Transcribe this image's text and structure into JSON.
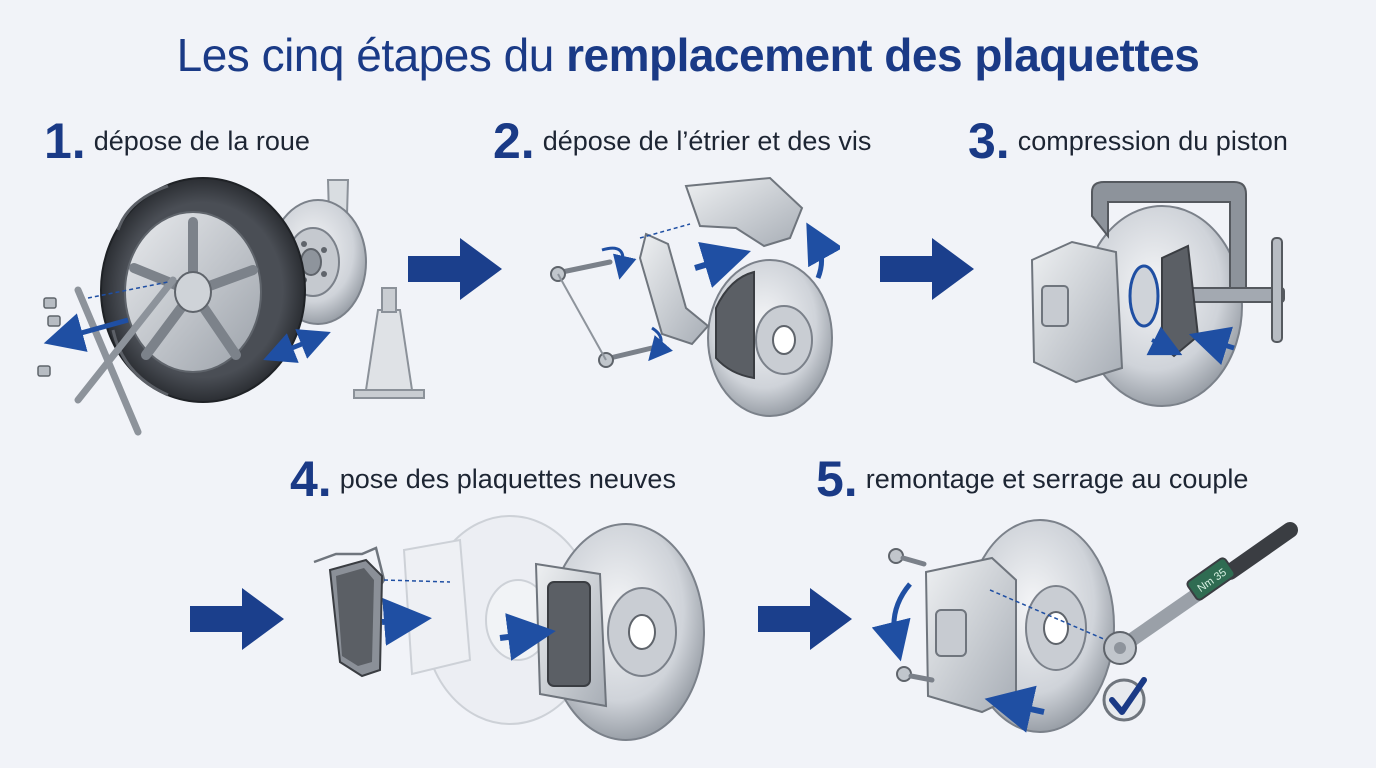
{
  "title": {
    "lead": "Les cinq étapes du ",
    "emphasis": "remplacement des plaquettes"
  },
  "colors": {
    "title": "#1a3a86",
    "accent_blue": "#1f4fa3",
    "flow_arrow": "#1b3f8c",
    "metal_light": "#e3e6ea",
    "metal_mid": "#b9bec6",
    "metal_dark": "#70767f",
    "tire": "#3a3d42",
    "pad_friction": "#5b5f65",
    "background": "#f1f3f8"
  },
  "steps": [
    {
      "number": "1.",
      "label": "dépose de la roue",
      "icon": "wheel-removal-icon"
    },
    {
      "number": "2.",
      "label": "dépose de l’étrier et des vis",
      "icon": "caliper-removal-icon"
    },
    {
      "number": "3.",
      "label": "compression du piston",
      "icon": "piston-compression-icon"
    },
    {
      "number": "4.",
      "label": "pose des plaquettes neuves",
      "icon": "new-pads-icon"
    },
    {
      "number": "5.",
      "label": "remontage et serrage au couple",
      "icon": "torque-tightening-icon"
    }
  ],
  "wrench_display": "Nm 35"
}
